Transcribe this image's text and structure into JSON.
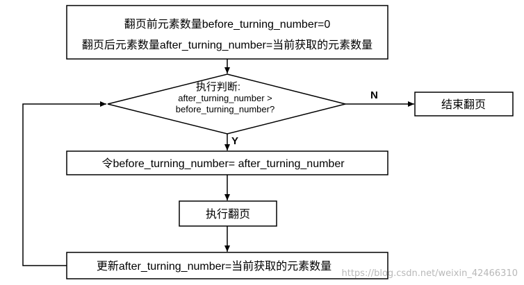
{
  "flowchart": {
    "init_box": {
      "line1": "翻页前元素数量before_turning_number=0",
      "line2": "翻页后元素数量after_turning_number=当前获取的元素数量"
    },
    "decision": {
      "line1": "执行判断:",
      "line2": "after_turning_number >",
      "line3": "before_turning_number?"
    },
    "end_box": {
      "label": "结束翻页"
    },
    "assign_box": {
      "label": "令before_turning_number= after_turning_number"
    },
    "turn_box": {
      "label": "执行翻页"
    },
    "update_box": {
      "label": "更新after_turning_number=当前获取的元素数量"
    },
    "edge_no": "N",
    "edge_yes": "Y"
  },
  "watermark": "https://blog.csdn.net/weixin_42466310",
  "colors": {
    "stroke": "#000000",
    "text": "#000000",
    "watermark": "#b8b8b8"
  }
}
